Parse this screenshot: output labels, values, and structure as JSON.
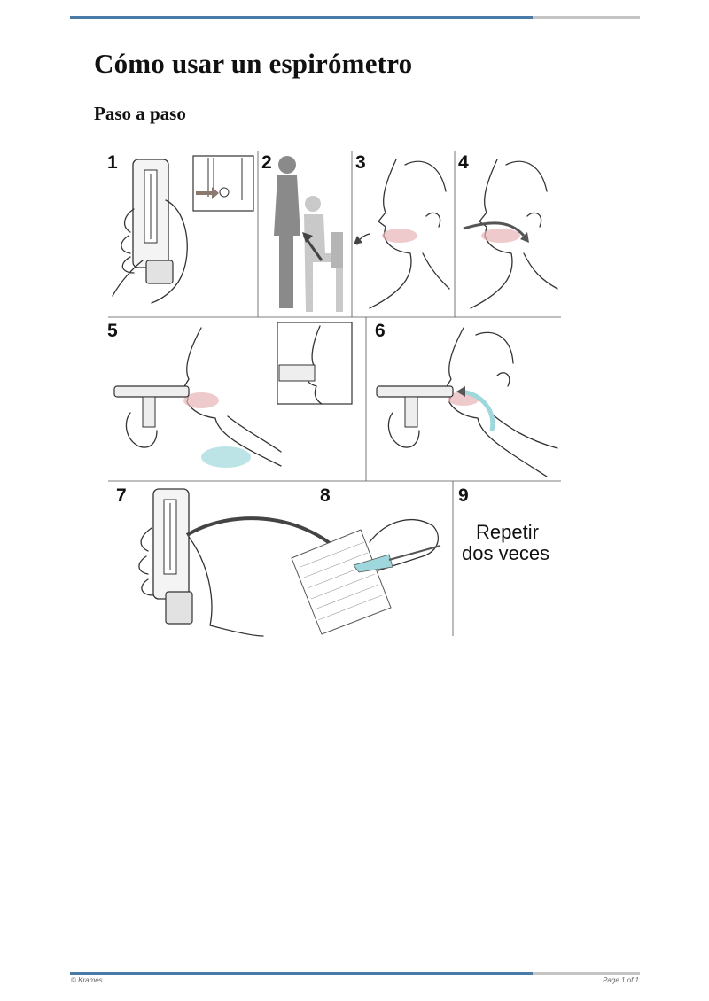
{
  "document": {
    "title": "Cómo usar un espirómetro",
    "subtitle": "Paso a paso"
  },
  "figure": {
    "steps": [
      "1",
      "2",
      "3",
      "4",
      "5",
      "6",
      "7",
      "8",
      "9"
    ],
    "step9_text_line1": "Repetir",
    "step9_text_line2": "dos veces",
    "colors": {
      "skin_pink": "#e8b4b8",
      "breath_blue": "#9fd8dc",
      "silhouette_grey": "#8a8a8a",
      "light_grey": "#c9c9c9"
    }
  },
  "footer": {
    "left": "© Krames",
    "right": "Page 1 of 1"
  },
  "rule_colors": {
    "blue": "#4a7aa8",
    "grey": "#c4c4c4"
  }
}
